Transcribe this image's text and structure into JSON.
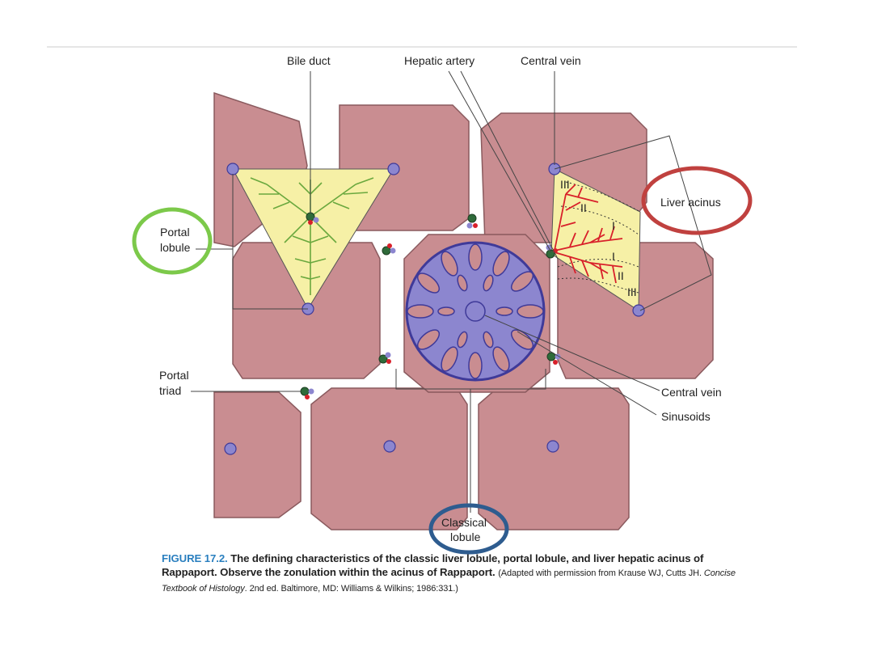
{
  "labels": {
    "bile_duct": "Bile duct",
    "hepatic_artery": "Hepatic artery",
    "central_vein_top": "Central vein",
    "liver_acinus": "Liver acinus",
    "portal_lobule_line1": "Portal",
    "portal_lobule_line2": "lobule",
    "portal_triad_line1": "Portal",
    "portal_triad_line2": "triad",
    "central_vein_right": "Central vein",
    "sinusoids": "Sinusoids",
    "classical_lobule_line1": "Classical",
    "classical_lobule_line2": "lobule",
    "zone_i": "I",
    "zone_ii": "II",
    "zone_iii": "III"
  },
  "caption": {
    "figure_number": "FIGURE 17.2.",
    "text": "The defining characteristics of the classic liver lobule, portal lobule, and liver hepatic acinus of Rappaport. Observe the zonulation within the acinus of Rappaport.",
    "ref_prefix": "(Adapted with permission from Krause WJ, Cutts JH.",
    "ref_title": "Concise Textbook of Histology",
    "ref_suffix": ". 2nd ed. Baltimore, MD: Williams & Wilkins; 1986:331.)"
  },
  "colors": {
    "lobule_fill": "#c98d91",
    "lobule_stroke": "#8a5a5e",
    "vein_fill": "#8c86cf",
    "yellow_zone": "#f6f0a6",
    "green_duct": "#6aa83e",
    "red_artery": "#d8202a",
    "sinusoid_blue": "#6f6ac9",
    "circle_green": "#7cc94a",
    "circle_red": "#c0413f",
    "circle_blue": "#2e5c8f",
    "figure_label": "#2a7fbf"
  }
}
